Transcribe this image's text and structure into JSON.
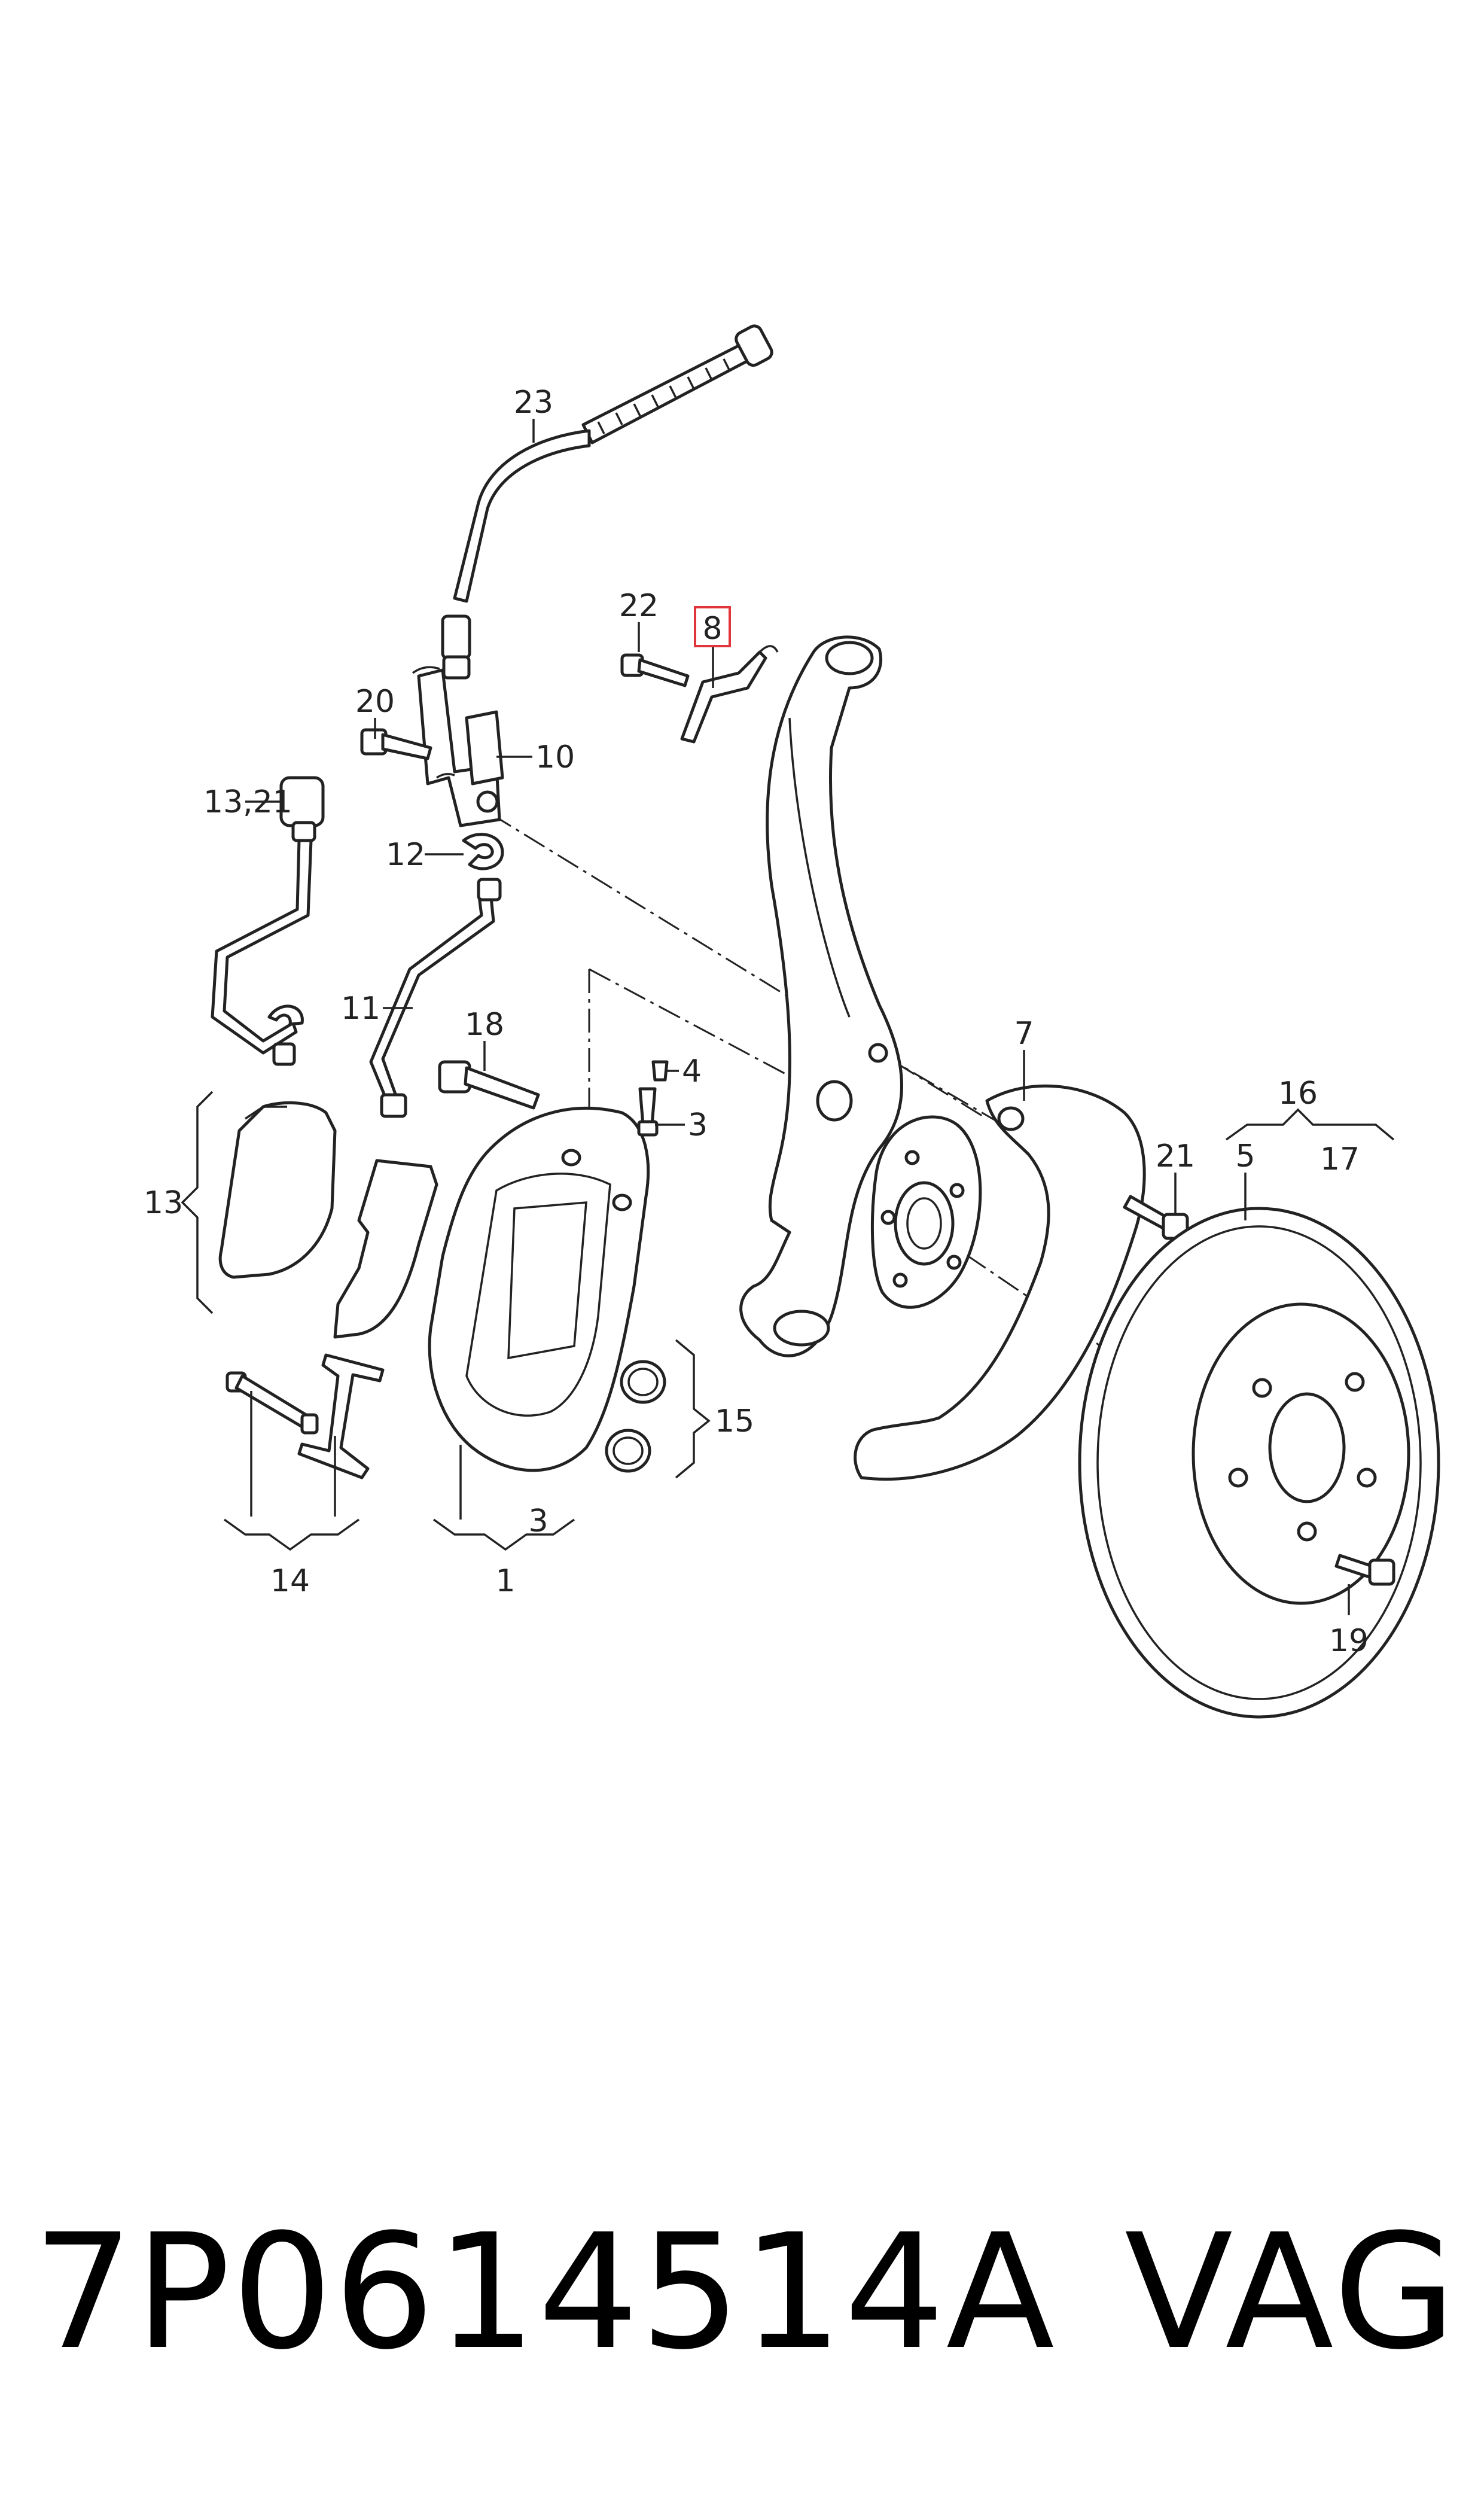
{
  "diagram": {
    "callouts": [
      {
        "id": "c1",
        "text": "1"
      },
      {
        "id": "c3a",
        "text": "3"
      },
      {
        "id": "c3b",
        "text": "3"
      },
      {
        "id": "c4",
        "text": "4"
      },
      {
        "id": "c5",
        "text": "5"
      },
      {
        "id": "c7",
        "text": "7"
      },
      {
        "id": "c8",
        "text": "8"
      },
      {
        "id": "c10",
        "text": "10"
      },
      {
        "id": "c11",
        "text": "11"
      },
      {
        "id": "c12",
        "text": "12"
      },
      {
        "id": "c13",
        "text": "13"
      },
      {
        "id": "c14",
        "text": "14"
      },
      {
        "id": "c15",
        "text": "15"
      },
      {
        "id": "c16",
        "text": "16"
      },
      {
        "id": "c17",
        "text": "17"
      },
      {
        "id": "c1321",
        "text": "13,21"
      },
      {
        "id": "c18",
        "text": "18"
      },
      {
        "id": "c19",
        "text": "19"
      },
      {
        "id": "c20",
        "text": "20"
      },
      {
        "id": "c21",
        "text": "21"
      },
      {
        "id": "c22",
        "text": "22"
      },
      {
        "id": "c23",
        "text": "23"
      }
    ],
    "highlight_color": "#e0353a"
  },
  "caption": {
    "part_number": "7P0614514A",
    "brand": "VAG"
  }
}
